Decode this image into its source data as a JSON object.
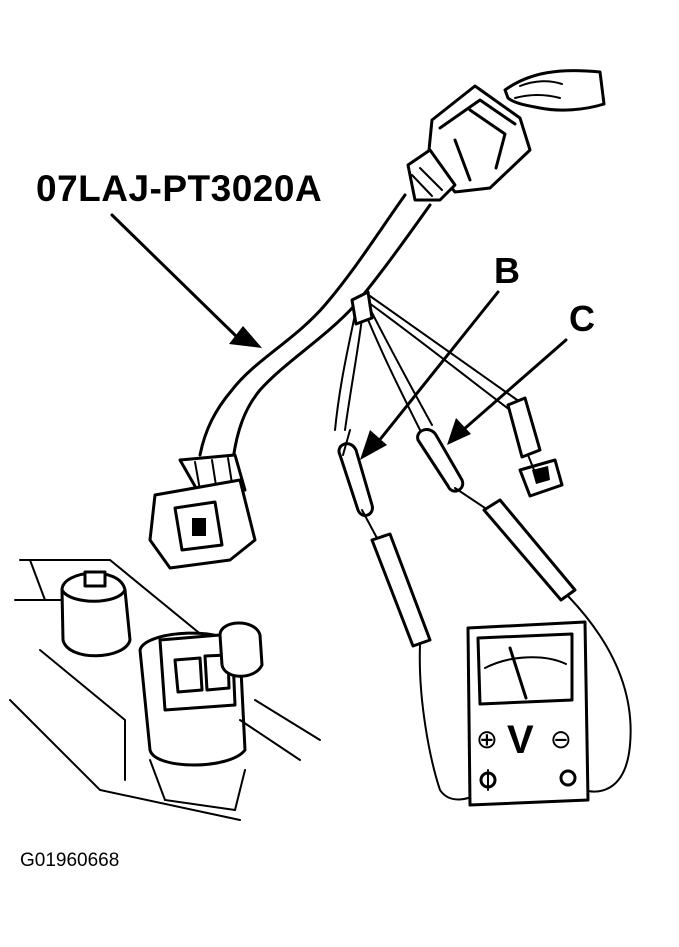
{
  "labels": {
    "tool_part_number": "07LAJ-PT3020A",
    "callout_b": "B",
    "callout_c": "C",
    "figure_id": "G01960668"
  },
  "meter": {
    "unit_symbol": "V",
    "positive_symbol": "⊕",
    "negative_symbol": "⊖"
  },
  "icons": {
    "hand": "hand-icon",
    "voltmeter": "voltmeter-icon",
    "sensor": "sensor-connector-icon"
  }
}
